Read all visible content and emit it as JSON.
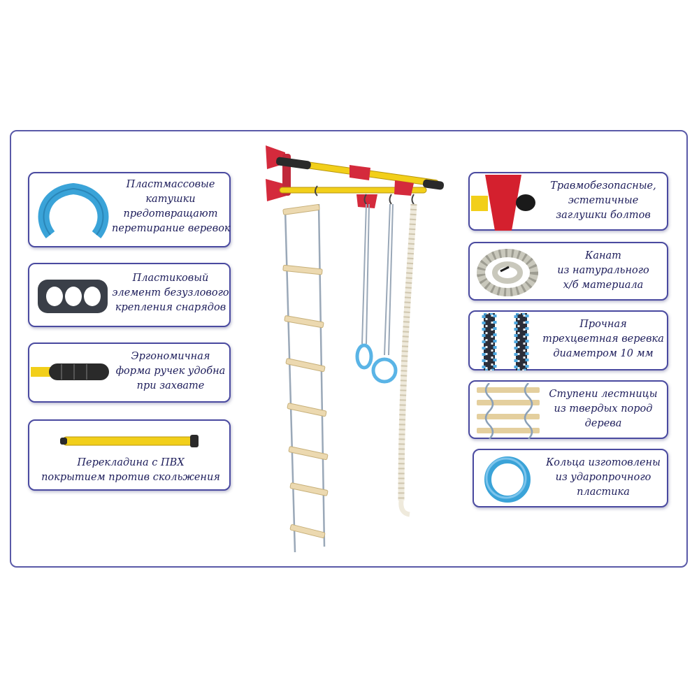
{
  "features_left": [
    {
      "lines": [
        "Пластмассовые",
        "катушки",
        "предотвращают",
        "перетирание веревок"
      ],
      "icon": "plastic-spool-icon"
    },
    {
      "lines": [
        "Пластиковый",
        "элемент безузлового",
        "крепления снарядов"
      ],
      "icon": "plastic-connector-icon"
    },
    {
      "lines": [
        "Эргономичная",
        "форма ручек удобна",
        "при захвате"
      ],
      "icon": "grip-handle-icon"
    },
    {
      "lines": [
        "Перекладина с ПВХ",
        "покрытием против скольжения"
      ],
      "icon": "crossbar-icon"
    }
  ],
  "features_right": [
    {
      "lines": [
        "Травмобезопасные,",
        "эстетичные",
        "заглушки болтов"
      ],
      "icon": "bolt-cap-icon"
    },
    {
      "lines": [
        "Канат",
        "из натурального",
        "х/б материала"
      ],
      "icon": "cotton-rope-icon"
    },
    {
      "lines": [
        "Прочная",
        "трехцветная веревка",
        "диаметром 10 мм"
      ],
      "icon": "tricolor-rope-icon"
    },
    {
      "lines": [
        "Ступени лестницы",
        "из твердых пород",
        "дерева"
      ],
      "icon": "ladder-rungs-icon"
    },
    {
      "lines": [
        "Кольца изготовлены",
        "из ударопрочного",
        "пластика"
      ],
      "icon": "gym-ring-icon"
    }
  ],
  "colors": {
    "frame": "#5a5aa8",
    "text": "#1c1c5a",
    "accent_blue": "#3aa3d8",
    "bar_yellow": "#f2cf1a",
    "bracket_red": "#d42a3c"
  }
}
